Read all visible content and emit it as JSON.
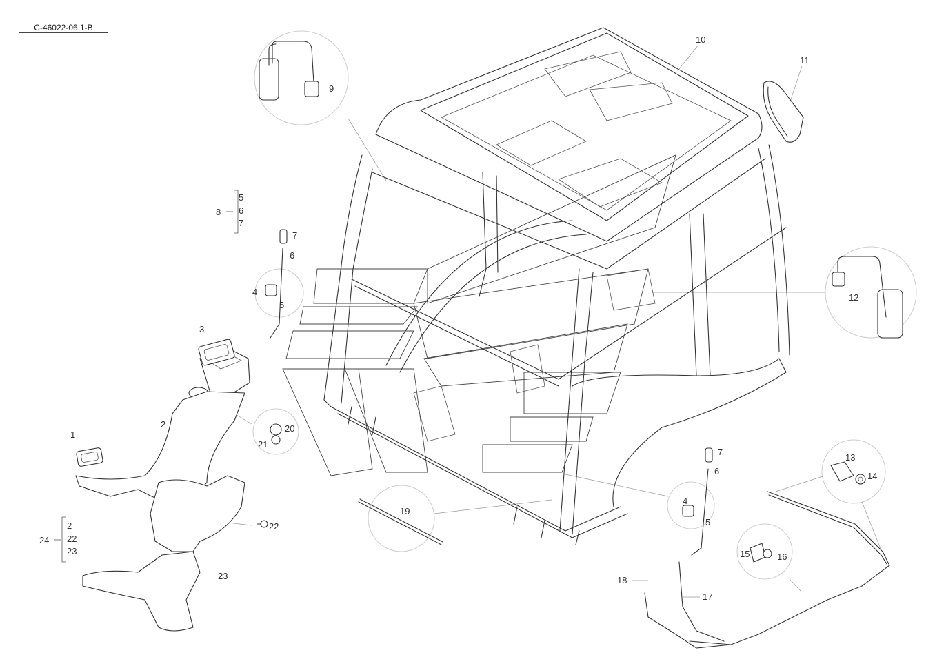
{
  "drawing": {
    "reference": "C-46022-06.1-B",
    "callouts": [
      {
        "id": "c1",
        "label": "1"
      },
      {
        "id": "c2",
        "label": "2"
      },
      {
        "id": "c3",
        "label": "3"
      },
      {
        "id": "c4a",
        "label": "4"
      },
      {
        "id": "c4b",
        "label": "4"
      },
      {
        "id": "c5a",
        "label": "5"
      },
      {
        "id": "c5b",
        "label": "5"
      },
      {
        "id": "c6a",
        "label": "6"
      },
      {
        "id": "c6b",
        "label": "6"
      },
      {
        "id": "c7a",
        "label": "7"
      },
      {
        "id": "c7b",
        "label": "7"
      },
      {
        "id": "c9",
        "label": "9"
      },
      {
        "id": "c10",
        "label": "10"
      },
      {
        "id": "c11",
        "label": "11"
      },
      {
        "id": "c12",
        "label": "12"
      },
      {
        "id": "c13",
        "label": "13"
      },
      {
        "id": "c14",
        "label": "14"
      },
      {
        "id": "c15",
        "label": "15"
      },
      {
        "id": "c16",
        "label": "16"
      },
      {
        "id": "c17",
        "label": "17"
      },
      {
        "id": "c18",
        "label": "18"
      },
      {
        "id": "c19",
        "label": "19"
      },
      {
        "id": "c20",
        "label": "20"
      },
      {
        "id": "c21",
        "label": "21"
      },
      {
        "id": "c22",
        "label": "22"
      },
      {
        "id": "c23",
        "label": "23"
      }
    ],
    "kits": [
      {
        "id": "kit8",
        "label": "8",
        "items": [
          "5",
          "6",
          "7"
        ]
      },
      {
        "id": "kit24",
        "label": "24",
        "items": [
          "2",
          "22",
          "23"
        ]
      }
    ]
  }
}
